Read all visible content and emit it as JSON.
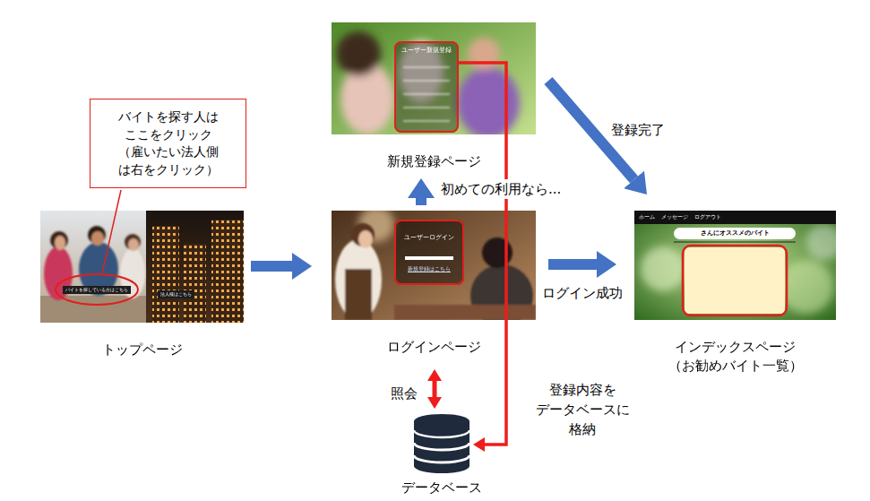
{
  "diagram": {
    "nodes": [
      {
        "text": [
          "バイトを探す人は ここをクリック （雇いたい法人側 は右をクリック）"
        ]
      },
      {
        "text": [
          "トップページ"
        ]
      },
      {
        "text": [
          "バイトを探している方はこちら"
        ],
        "in": 1
      },
      {
        "text": [
          "法人様はこちら"
        ],
        "in": 1
      },
      {
        "text": [
          "新規登録ページ"
        ]
      },
      {
        "text": [
          "ユーザー新規登録"
        ],
        "in": 4
      },
      {
        "text": [
          "ログインページ"
        ]
      },
      {
        "text": [
          "ユーザーログイン",
          "新規登録はこちら"
        ],
        "in": 6
      },
      {
        "text": [
          "インデックスページ （お勧めバイト一覧）"
        ]
      },
      {
        "text": [
          "ホーム",
          "メッセージ",
          "ログアウト"
        ],
        "in": 8
      },
      {
        "text": [
          "さんにオススメのバイト"
        ],
        "in": 8
      },
      {
        "text": [
          "データベース"
        ]
      }
    ],
    "edges": [
      {
        "from": 1,
        "to": 6,
        "arrow": "to"
      },
      {
        "from": 6,
        "to": 4,
        "label": "初めての利用なら...",
        "arrow": "to"
      },
      {
        "from": 4,
        "to": 8,
        "label": "登録完了",
        "arrow": "to"
      },
      {
        "from": 6,
        "to": 8,
        "label": "ログイン成功",
        "arrow": "to"
      },
      {
        "from": 6,
        "to": 11,
        "label": "照会",
        "arrow": "both"
      },
      {
        "from": 5,
        "to": 11,
        "label": "登録内容を データベースに 格納",
        "arrow": "to"
      }
    ]
  }
}
